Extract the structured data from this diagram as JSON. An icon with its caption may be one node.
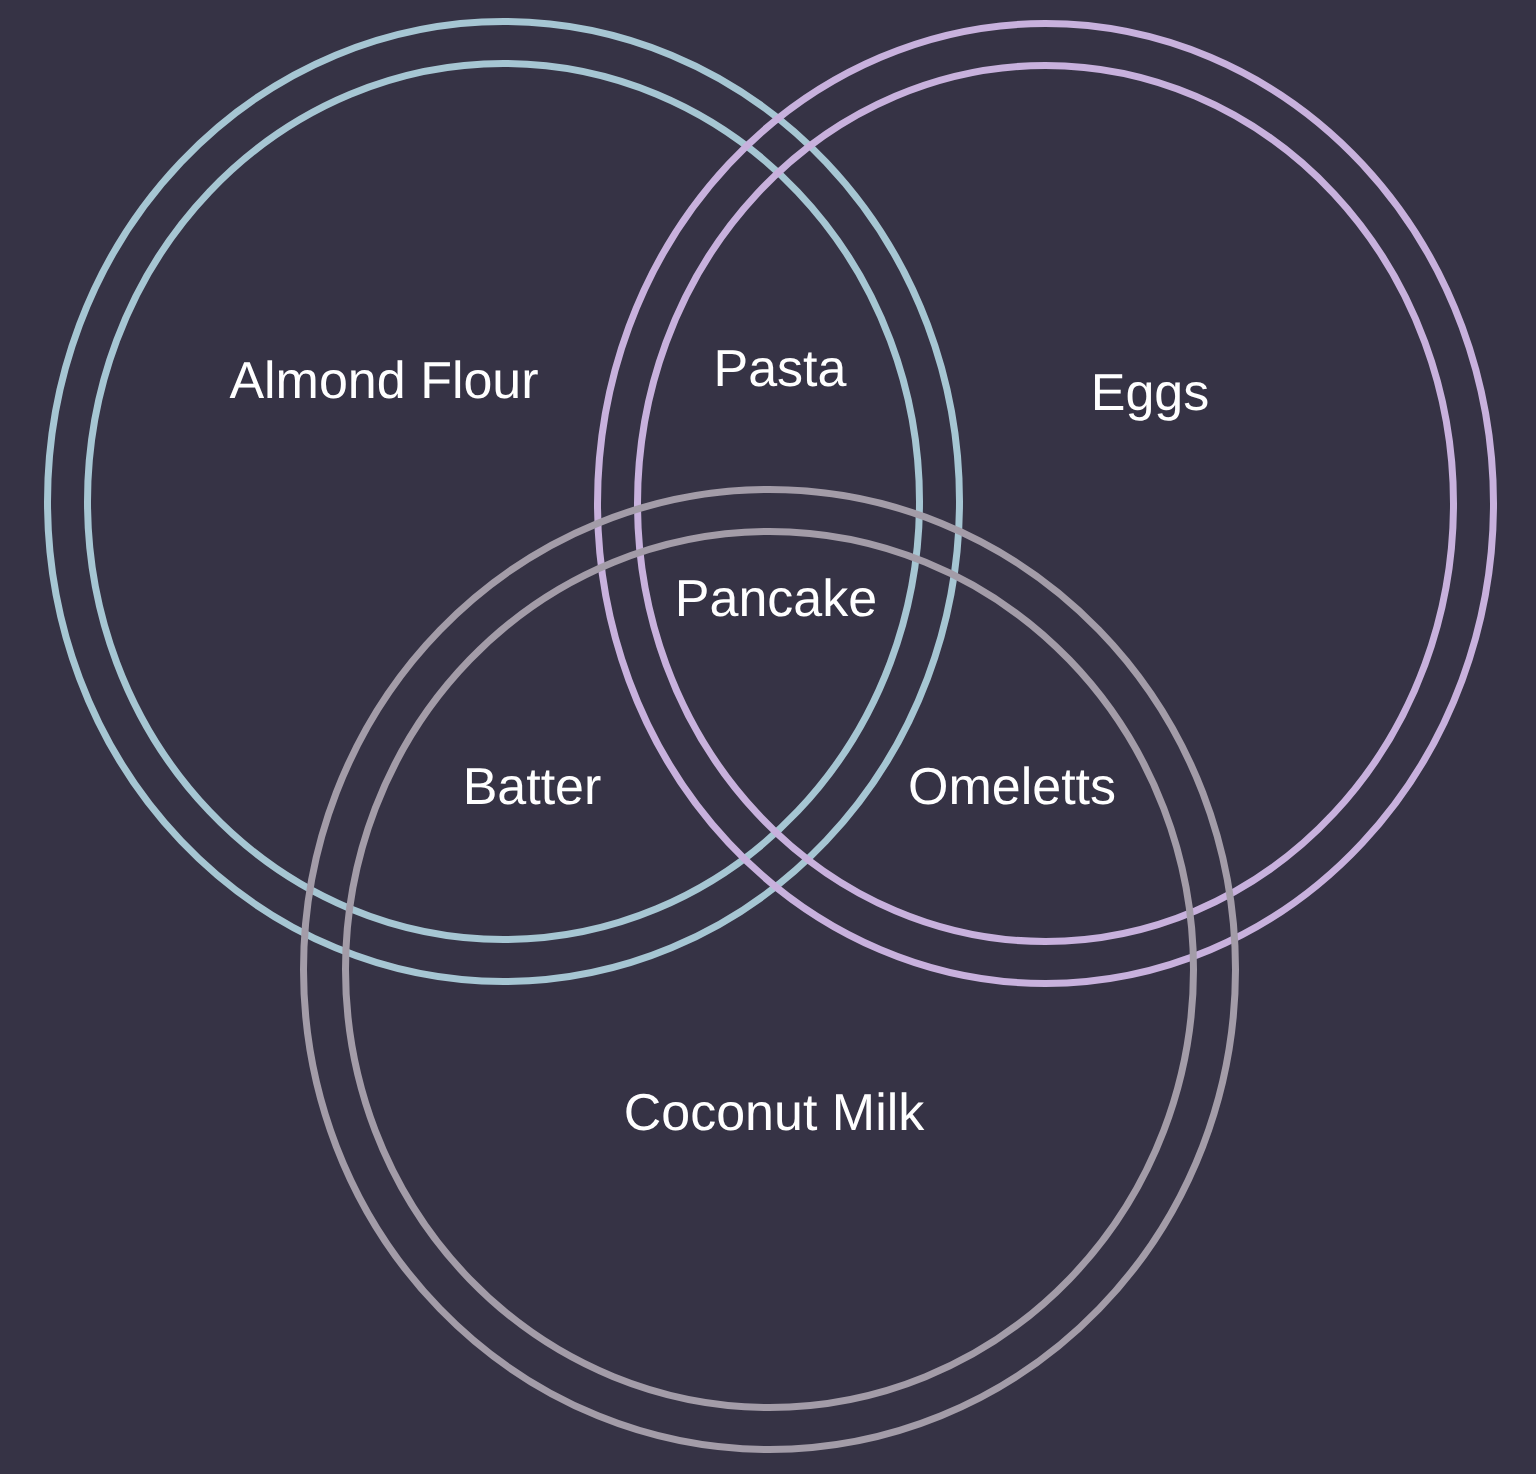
{
  "diagram": {
    "nodes": [
      {
        "text": [
          "Almond Flour"
        ]
      },
      {
        "text": [
          "Eggs"
        ]
      },
      {
        "text": [
          "Coconut Milk"
        ]
      }
    ],
    "labels": [
      "Pasta",
      "Pancake",
      "Batter",
      "Omeletts"
    ]
  }
}
